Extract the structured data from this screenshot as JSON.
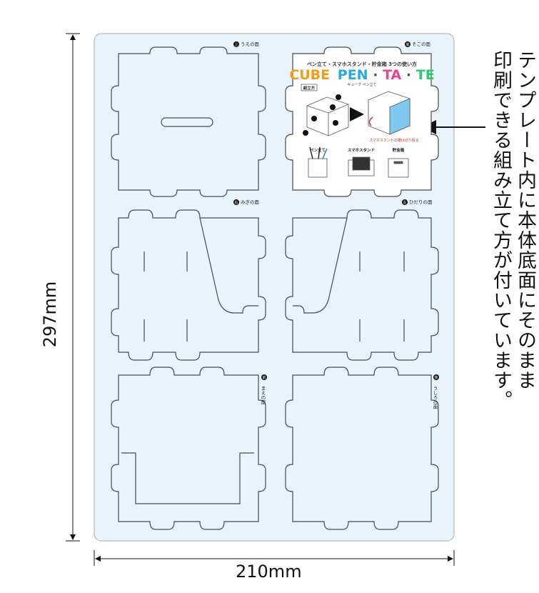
{
  "dimensions": {
    "width_label": "210mm",
    "height_label": "297mm"
  },
  "callout": {
    "line1": "テンプレート内に本体底面にそのまま",
    "line2": "印刷できる組み立て方が付いています。"
  },
  "pieces": {
    "top": {
      "badge": "上",
      "label": "うえの面"
    },
    "bottom": {
      "badge": "底",
      "label": "そこの面"
    },
    "right": {
      "badge": "右",
      "label": "みぎの面"
    },
    "left": {
      "badge": "左",
      "label": "ひだりの面"
    },
    "front": {
      "badge": "前",
      "label": "まえの面"
    },
    "back": {
      "badge": "後",
      "label": "うしろの面"
    }
  },
  "guide": {
    "title": "ペン立て・スマホスタンド・貯金箱 3つの使い方",
    "brand": {
      "cube": "CUBE",
      "pen": "PEN",
      "ta": "TA",
      "te": "TE",
      "dot": "·"
    },
    "brand_sub": "キューブ ペン立て",
    "assembly_label": "組立方",
    "note": "スマホスタンドの柵は切り取る",
    "uses": [
      "ペン立て",
      "スマホスタンド",
      "貯金箱"
    ]
  },
  "colors": {
    "sheet": "#e8f3fb",
    "cutline": "#4a4a4a",
    "brand_cube": "#f39c12",
    "brand_pen": "#27a9e1",
    "brand_ta": "#e84393",
    "brand_te": "#2ecc71",
    "guide_bg": "#ffffff"
  }
}
